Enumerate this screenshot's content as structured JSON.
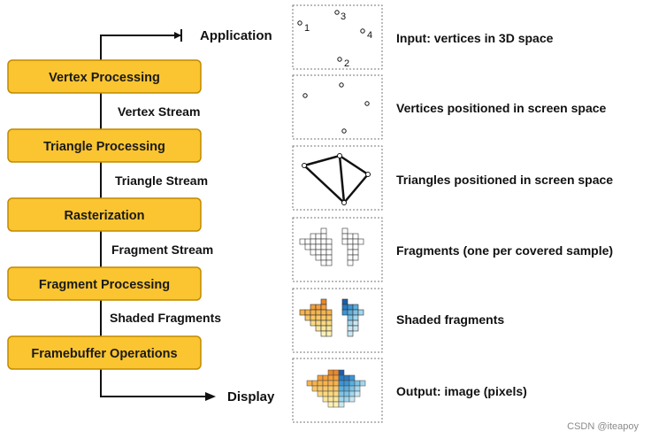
{
  "pipeline": {
    "input_label": "Application",
    "output_label": "Display",
    "stages": [
      "Vertex Processing",
      "Triangle Processing",
      "Rasterization",
      "Fragment Processing",
      "Framebuffer Operations"
    ],
    "streams": [
      "Vertex Stream",
      "Triangle Stream",
      "Fragment Stream",
      "Shaded Fragments"
    ]
  },
  "panels": {
    "descriptions": [
      "Input: vertices in 3D space",
      "Vertices positioned in screen space",
      "Triangles positioned in screen space",
      "Fragments (one per covered sample)",
      "Shaded fragments",
      "Output: image (pixels)"
    ],
    "vertex_numbers": [
      "1",
      "2",
      "3",
      "4"
    ]
  },
  "colors": {
    "stage_fill": "#fbc531",
    "stage_border": "#c08a00",
    "line": "#111111",
    "panel_border": "#777777"
  },
  "watermark": "CSDN @iteapoy"
}
